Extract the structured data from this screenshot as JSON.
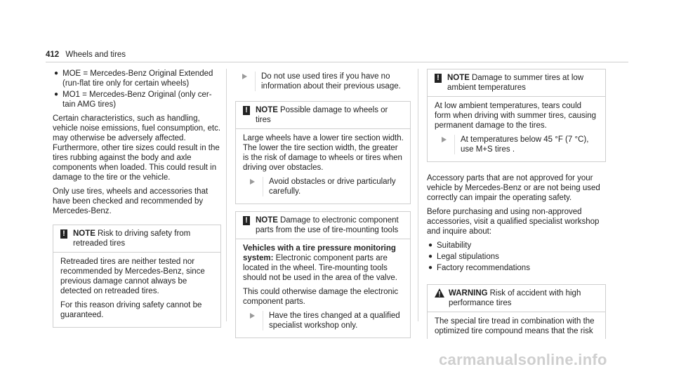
{
  "header": {
    "page_number": "412",
    "section": "Wheels and tires"
  },
  "col1": {
    "bullets": [
      "MOE = Mercedes-Benz Original Extended (run-flat tire only for certain wheels)",
      "MO1 = Mercedes-Benz Original (only cer­tain AMG tires)"
    ],
    "para1": "Certain characteristics, such as handling, vehicle noise emissions, fuel consumption, etc. may otherwise be adversely affected. Furthermore, other tire sizes could result in the tires rubbing against the body and axle components when loaded. This could result in damage to the tire or the vehicle.",
    "para2": "Only use tires, wheels and accessories that have been checked and recommended by Mercedes-Benz.",
    "note": {
      "keyword": "NOTE",
      "title": "Risk to driving safety from retrea­ded tires",
      "body1": "Retreaded tires are neither tested nor recom­mended by Mercedes-Benz, since previous damage cannot always be detected on retreaded tires.",
      "body2": "For this reason driving safety cannot be guar­anteed."
    }
  },
  "col2": {
    "instruction1": "Do not use used tires if you have no information about their previous usage.",
    "note1": {
      "keyword": "NOTE",
      "title": "Possible damage to wheels or tires",
      "body": "Large wheels have a lower tire section width. The lower the tire section width, the greater is the risk of damage to wheels or tires when driving over obstacles.",
      "instruction": "Avoid obstacles or drive particularly carefully."
    },
    "note2": {
      "keyword": "NOTE",
      "title": "Damage to electronic component parts from the use of tire-mounting tools",
      "bold_lead": "Vehicles with a tire pressure monitoring system:",
      "body1": "Electronic component parts are located in the wheel. Tire-mounting tools should not be used in the area of the valve.",
      "body2": "This could otherwise damage the electronic component parts.",
      "instruction": "Have the tires changed at a qualified specialist workshop only."
    }
  },
  "col3": {
    "note": {
      "keyword": "NOTE",
      "title": "Damage to summer tires at low ambient temperatures",
      "body": "At low ambient temperatures, tears could form when driving with summer tires, caus­ing permanent damage to the tires.",
      "instruction": "At temperatures below 45 °F (7 °C), use M+S tires ."
    },
    "para1": "Accessory parts that are not approved for your vehicle by Mercedes-Benz or are not being used correctly can impair the operating safety.",
    "para2": "Before purchasing and using non-approved accessories, visit a qualified specialist workshop and inquire about:",
    "bullets": [
      "Suitability",
      "Legal stipulations",
      "Factory recommendations"
    ],
    "warning": {
      "keyword": "WARNING",
      "title": "Risk of accident with high performance tires",
      "body": "The special tire tread in combination with the optimized tire compound means that the risk"
    }
  },
  "watermark": "carmanualsonline.info"
}
